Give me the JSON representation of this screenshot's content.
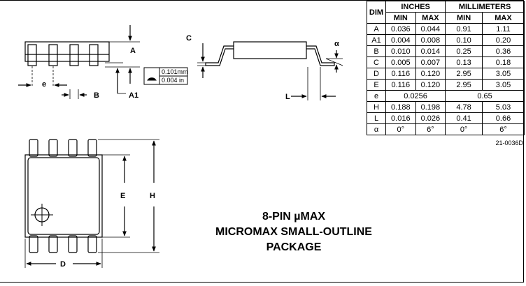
{
  "title": {
    "line1": "8-PIN µMAX",
    "line2": "MICROMAX SMALL-OUTLINE",
    "line3": "PACKAGE"
  },
  "ref_code": "21-0036D",
  "labels": {
    "a": "A",
    "a1": "A1",
    "e_pitch": "e",
    "b": "B",
    "c": "C",
    "l": "L",
    "alpha": "α",
    "e_body": "E",
    "h": "H",
    "d": "D"
  },
  "flatness": {
    "mm": "0.101mm",
    "inch": "0.004 in"
  },
  "table": {
    "header": {
      "dim": "DIM",
      "inches": "INCHES",
      "mm": "MILLIMETERS",
      "min": "MIN",
      "max": "MAX"
    },
    "rows": [
      {
        "dim": "A",
        "in_min": "0.036",
        "in_max": "0.044",
        "mm_min": "0.91",
        "mm_max": "1.11"
      },
      {
        "dim": "A1",
        "in_min": "0.004",
        "in_max": "0.008",
        "mm_min": "0.10",
        "mm_max": "0.20"
      },
      {
        "dim": "B",
        "in_min": "0.010",
        "in_max": "0.014",
        "mm_min": "0.25",
        "mm_max": "0.36"
      },
      {
        "dim": "C",
        "in_min": "0.005",
        "in_max": "0.007",
        "mm_min": "0.13",
        "mm_max": "0.18"
      },
      {
        "dim": "D",
        "in_min": "0.116",
        "in_max": "0.120",
        "mm_min": "2.95",
        "mm_max": "3.05"
      },
      {
        "dim": "E",
        "in_min": "0.116",
        "in_max": "0.120",
        "mm_min": "2.95",
        "mm_max": "3.05"
      },
      {
        "dim": "H",
        "in_min": "0.188",
        "in_max": "0.198",
        "mm_min": "4.78",
        "mm_max": "5.03"
      },
      {
        "dim": "L",
        "in_min": "0.016",
        "in_max": "0.026",
        "mm_min": "0.41",
        "mm_max": "0.66"
      },
      {
        "dim": "α",
        "in_min": "0°",
        "in_max": "6°",
        "mm_min": "0°",
        "mm_max": "6°"
      }
    ],
    "e_row": {
      "dim": "e",
      "inches": "0.0256",
      "mm": "0.65"
    }
  }
}
